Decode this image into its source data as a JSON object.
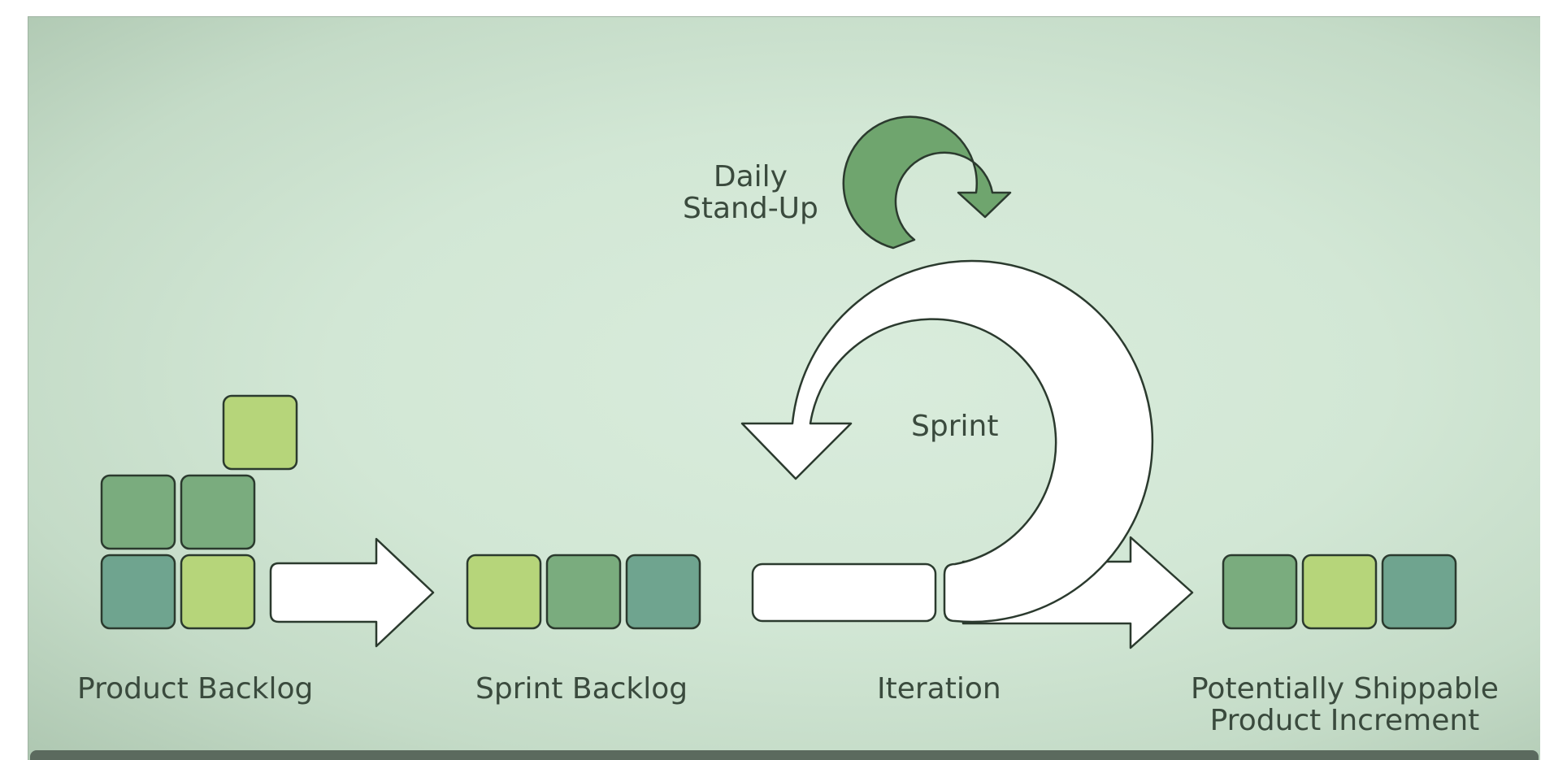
{
  "labels": {
    "daily_standup_line1": "Daily",
    "daily_standup_line2": "Stand-Up",
    "sprint": "Sprint",
    "product_backlog": "Product Backlog",
    "sprint_backlog": "Sprint Backlog",
    "iteration": "Iteration",
    "increment_line1": "Potentially Shippable",
    "increment_line2": "Product Increment"
  },
  "colors": {
    "block_light": "#b6d57a",
    "block_mid": "#7aac7e",
    "block_teal": "#6fa48f",
    "standup_arrow": "#6fa56e",
    "outline": "#2b3a2e",
    "white_shape": "#ffffff"
  },
  "blocks": {
    "product_backlog": [
      "light",
      "mid",
      "mid",
      "teal",
      "light"
    ],
    "sprint_backlog": [
      "light",
      "mid",
      "teal"
    ],
    "product_increment": [
      "mid",
      "light",
      "teal"
    ]
  }
}
